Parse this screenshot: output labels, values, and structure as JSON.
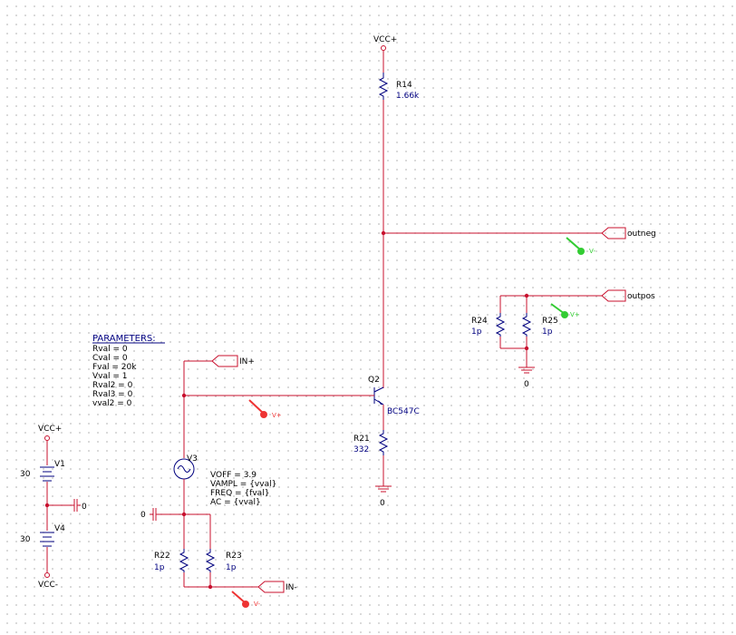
{
  "power": {
    "vcc_pos": "VCC+",
    "vcc_neg": "VCC-",
    "ground_label": "0"
  },
  "components": {
    "r14": {
      "ref": "R14",
      "value": "1.66k"
    },
    "r21": {
      "ref": "R21",
      "value": "332"
    },
    "r22": {
      "ref": "R22",
      "value": "1p"
    },
    "r23": {
      "ref": "R23",
      "value": "1p"
    },
    "r24": {
      "ref": "R24",
      "value": "1p"
    },
    "r25": {
      "ref": "R25",
      "value": "1p"
    },
    "q2": {
      "ref": "Q2",
      "model": "BC547C"
    },
    "v1": {
      "ref": "V1",
      "value": "30"
    },
    "v4": {
      "ref": "V4",
      "value": "30"
    },
    "v3": {
      "ref": "V3",
      "voff": "VOFF = 3.9",
      "vampl": "VAMPL = {vval}",
      "freq": "FREQ = {fval}",
      "ac": "AC = {vval}"
    }
  },
  "ports": {
    "outneg": "outneg",
    "outpos": "outpos",
    "in_pos": "IN+",
    "in_neg": "IN-",
    "zero_right": "0",
    "zero_left": "0"
  },
  "probes": {
    "outneg": "V-",
    "outpos": "V+",
    "base": "V+",
    "in_neg": "V-"
  },
  "parameters": {
    "title": "PARAMETERS:",
    "items": [
      "Rval = 0",
      "Cval = 0",
      "Fval = 20k",
      "Vval = 1",
      "Rval2 = 0",
      "Rval3 = 0",
      "vval2 = 0"
    ]
  },
  "colors": {
    "wire": "#c8102e",
    "component": "#00007f",
    "probe_green": "#33cc33",
    "probe_red": "#ee3333"
  }
}
